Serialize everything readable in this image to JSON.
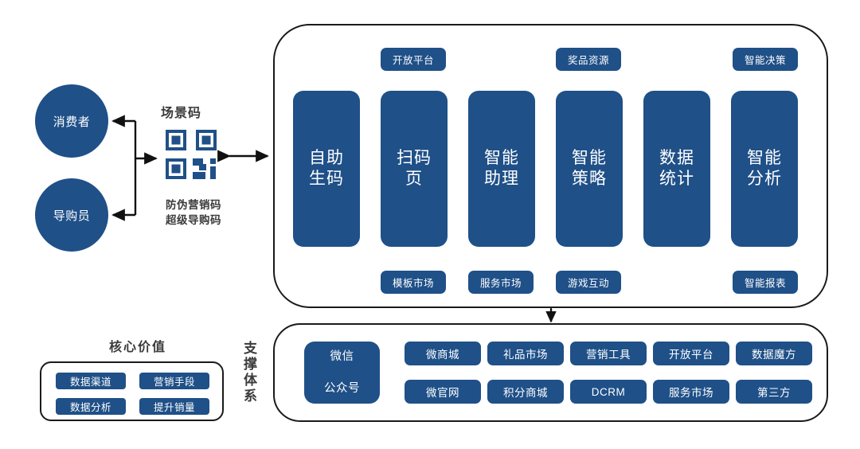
{
  "diagram": {
    "actors": [
      {
        "label": "消费者",
        "name": "actor-consumer"
      },
      {
        "label": "导购员",
        "name": "actor-shopping-guide"
      }
    ],
    "scene_code": {
      "title": "场景码",
      "qr_icon": "qr-code-icon",
      "sub_line1": "防伪营销码",
      "sub_line2": "超级导购码"
    },
    "platform": {
      "top_tags": [
        {
          "label": "开放平台"
        },
        {
          "label": "奖品资源"
        },
        {
          "label": "智能决策"
        }
      ],
      "columns": [
        {
          "line1": "自助",
          "line2": "生码"
        },
        {
          "line1": "扫码",
          "line2": "页"
        },
        {
          "line1": "智能",
          "line2": "助理"
        },
        {
          "line1": "智能",
          "line2": "策略"
        },
        {
          "line1": "数据",
          "line2": "统计"
        },
        {
          "line1": "智能",
          "line2": "分析"
        }
      ],
      "bottom_tags": [
        {
          "label": "模板市场"
        },
        {
          "label": "服务市场"
        },
        {
          "label": "游戏互动"
        },
        {
          "label": "智能报表"
        }
      ]
    },
    "core_value": {
      "title": "核心价值",
      "chips": [
        "数据渠道",
        "营销手段",
        "数据分析",
        "提升销量"
      ]
    },
    "support_system": {
      "label": "支撑体系",
      "featured": {
        "line1": "微信",
        "line2": "公众号"
      },
      "row1": [
        "微商城",
        "礼品市场",
        "营销工具",
        "开放平台",
        "数据魔方"
      ],
      "row2": [
        "微官网",
        "积分商城",
        "DCRM",
        "服务市场",
        "第三方"
      ]
    },
    "colors": {
      "brand_blue": "#1F5088",
      "outline": "#1a1a1a",
      "text_gray": "#3b3b3b",
      "background": "#ffffff"
    }
  }
}
